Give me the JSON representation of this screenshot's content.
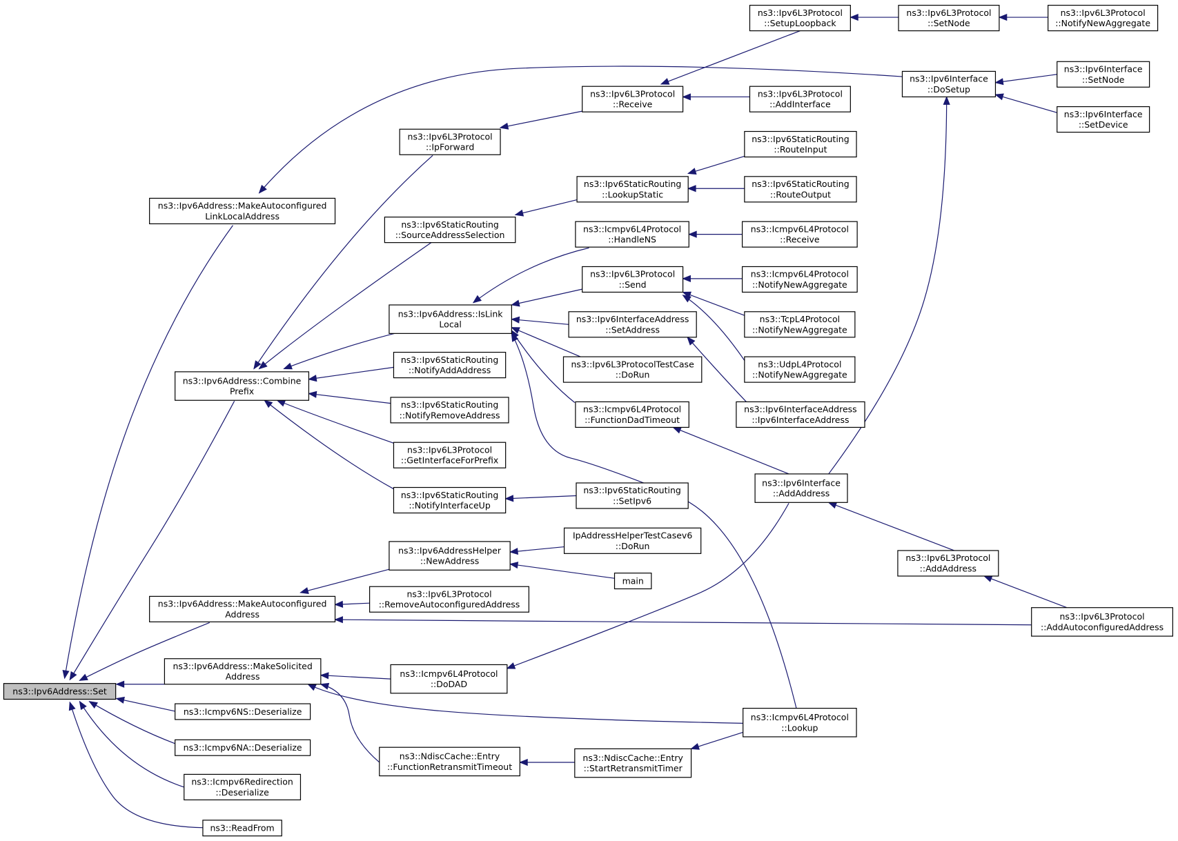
{
  "diagram": {
    "kind": "caller-graph",
    "edge_color": "#191970",
    "root_fill": "#bfbfbf",
    "node_fill": "#ffffff",
    "nodes": [
      {
        "id": "set",
        "lines": [
          "ns3::Ipv6Address::Set"
        ]
      },
      {
        "id": "mkll",
        "lines": [
          "ns3::Ipv6Address::MakeAutoconfigured",
          "LinkLocalAddress"
        ]
      },
      {
        "id": "combine",
        "lines": [
          "ns3::Ipv6Address::Combine",
          "Prefix"
        ]
      },
      {
        "id": "mkauto",
        "lines": [
          "ns3::Ipv6Address::MakeAutoconfigured",
          "Address"
        ]
      },
      {
        "id": "mksol",
        "lines": [
          "ns3::Ipv6Address::MakeSolicited",
          "Address"
        ]
      },
      {
        "id": "nsdes",
        "lines": [
          "ns3::Icmpv6NS::Deserialize"
        ]
      },
      {
        "id": "nades",
        "lines": [
          "ns3::Icmpv6NA::Deserialize"
        ]
      },
      {
        "id": "redir",
        "lines": [
          "ns3::Icmpv6Redirection",
          "::Deserialize"
        ]
      },
      {
        "id": "readfrom",
        "lines": [
          "ns3::ReadFrom"
        ]
      },
      {
        "id": "ipfwd",
        "lines": [
          "ns3::Ipv6L3Protocol",
          "::IpForward"
        ]
      },
      {
        "id": "srcsel",
        "lines": [
          "ns3::Ipv6StaticRouting",
          "::SourceAddressSelection"
        ]
      },
      {
        "id": "islink",
        "lines": [
          "ns3::Ipv6Address::IsLink",
          "Local"
        ]
      },
      {
        "id": "notifyadd",
        "lines": [
          "ns3::Ipv6StaticRouting",
          "::NotifyAddAddress"
        ]
      },
      {
        "id": "notifyrem",
        "lines": [
          "ns3::Ipv6StaticRouting",
          "::NotifyRemoveAddress"
        ]
      },
      {
        "id": "getif",
        "lines": [
          "ns3::Ipv6L3Protocol",
          "::GetInterfaceForPrefix"
        ]
      },
      {
        "id": "notifyup",
        "lines": [
          "ns3::Ipv6StaticRouting",
          "::NotifyInterfaceUp"
        ]
      },
      {
        "id": "newaddr",
        "lines": [
          "ns3::Ipv6AddressHelper",
          "::NewAddress"
        ]
      },
      {
        "id": "removeauto",
        "lines": [
          "ns3::Ipv6L3Protocol",
          "::RemoveAutoconfiguredAddress"
        ]
      },
      {
        "id": "dodad",
        "lines": [
          "ns3::Icmpv6L4Protocol",
          "::DoDAD"
        ]
      },
      {
        "id": "funcretx",
        "lines": [
          "ns3::NdiscCache::Entry",
          "::FunctionRetransmitTimeout"
        ]
      },
      {
        "id": "receive",
        "lines": [
          "ns3::Ipv6L3Protocol",
          "::Receive"
        ]
      },
      {
        "id": "lookupstatic",
        "lines": [
          "ns3::Ipv6StaticRouting",
          "::LookupStatic"
        ]
      },
      {
        "id": "handlens",
        "lines": [
          "ns3::Icmpv6L4Protocol",
          "::HandleNS"
        ]
      },
      {
        "id": "send",
        "lines": [
          "ns3::Ipv6L3Protocol",
          "::Send"
        ]
      },
      {
        "id": "setaddress",
        "lines": [
          "ns3::Ipv6InterfaceAddress",
          "::SetAddress"
        ]
      },
      {
        "id": "testcase",
        "lines": [
          "ns3::Ipv6L3ProtocolTestCase",
          "::DoRun"
        ]
      },
      {
        "id": "dadtimeout",
        "lines": [
          "ns3::Icmpv6L4Protocol",
          "::FunctionDadTimeout"
        ]
      },
      {
        "id": "setipv6",
        "lines": [
          "ns3::Ipv6StaticRouting",
          "::SetIpv6"
        ]
      },
      {
        "id": "iphelpertest",
        "lines": [
          "IpAddressHelperTestCasev6",
          "::DoRun"
        ]
      },
      {
        "id": "main",
        "lines": [
          "main"
        ]
      },
      {
        "id": "startretx",
        "lines": [
          "ns3::NdiscCache::Entry",
          "::StartRetransmitTimer"
        ]
      },
      {
        "id": "setuploop",
        "lines": [
          "ns3::Ipv6L3Protocol",
          "::SetupLoopback"
        ]
      },
      {
        "id": "addif",
        "lines": [
          "ns3::Ipv6L3Protocol",
          "::AddInterface"
        ]
      },
      {
        "id": "routeinput",
        "lines": [
          "ns3::Ipv6StaticRouting",
          "::RouteInput"
        ]
      },
      {
        "id": "routeoutput",
        "lines": [
          "ns3::Ipv6StaticRouting",
          "::RouteOutput"
        ]
      },
      {
        "id": "icmprecv",
        "lines": [
          "ns3::Icmpv6L4Protocol",
          "::Receive"
        ]
      },
      {
        "id": "icmpnotify",
        "lines": [
          "ns3::Icmpv6L4Protocol",
          "::NotifyNewAggregate"
        ]
      },
      {
        "id": "tcpnotify",
        "lines": [
          "ns3::TcpL4Protocol",
          "::NotifyNewAggregate"
        ]
      },
      {
        "id": "udpnotify",
        "lines": [
          "ns3::UdpL4Protocol",
          "::NotifyNewAggregate"
        ]
      },
      {
        "id": "ifaddrctor",
        "lines": [
          "ns3::Ipv6InterfaceAddress",
          "::Ipv6InterfaceAddress"
        ]
      },
      {
        "id": "ifaddaddr",
        "lines": [
          "ns3::Ipv6Interface",
          "::AddAddress"
        ]
      },
      {
        "id": "lookup",
        "lines": [
          "ns3::Icmpv6L4Protocol",
          "::Lookup"
        ]
      },
      {
        "id": "dosetup",
        "lines": [
          "ns3::Ipv6Interface",
          "::DoSetup"
        ]
      },
      {
        "id": "l3addaddr",
        "lines": [
          "ns3::Ipv6L3Protocol",
          "::AddAddress"
        ]
      },
      {
        "id": "addautoaddr",
        "lines": [
          "ns3::Ipv6L3Protocol",
          "::AddAutoconfiguredAddress"
        ]
      },
      {
        "id": "setnode",
        "lines": [
          "ns3::Ipv6L3Protocol",
          "::SetNode"
        ]
      },
      {
        "id": "notifyagg",
        "lines": [
          "ns3::Ipv6L3Protocol",
          "::NotifyNewAggregate"
        ]
      },
      {
        "id": "ifsetnode",
        "lines": [
          "ns3::Ipv6Interface",
          "::SetNode"
        ]
      },
      {
        "id": "ifsetdevice",
        "lines": [
          "ns3::Ipv6Interface",
          "::SetDevice"
        ]
      }
    ]
  }
}
